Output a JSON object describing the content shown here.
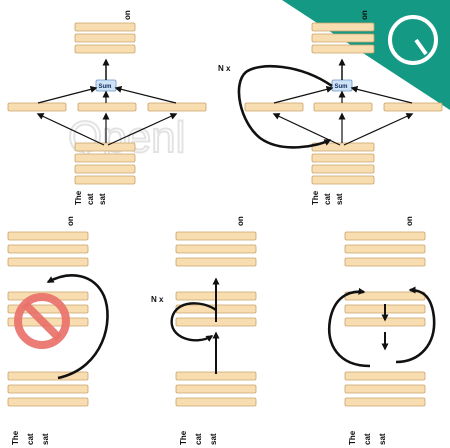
{
  "tokens": [
    "The",
    "cat",
    "sat"
  ],
  "next_token": "on",
  "sum_label": "Sum",
  "repeat_label": "N x",
  "watermark": "Qpenl",
  "colors": {
    "block_fill": "#f7ddb0",
    "block_stroke": "#c9a26a",
    "arrow": "#111111",
    "sum_box": "#cfe3f8",
    "no_sign": "#e9726a",
    "badge": "#149a84"
  },
  "icons": {
    "corner_logo": "openai-style-logo-icon",
    "prohibited": "no-sign-icon"
  }
}
